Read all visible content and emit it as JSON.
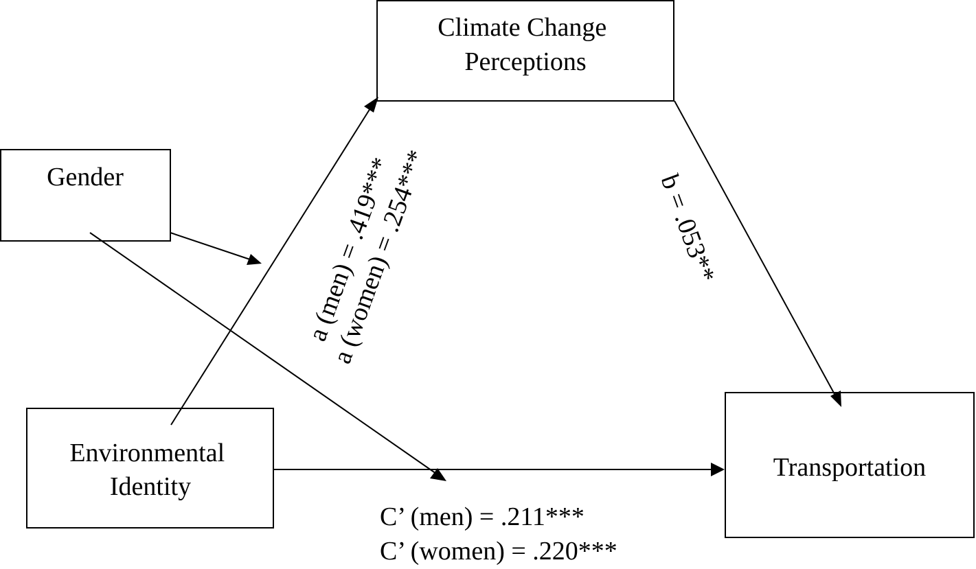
{
  "nodes": {
    "climate": {
      "lines": [
        "Climate Change",
        "Perceptions"
      ]
    },
    "gender": {
      "lines": [
        "Gender"
      ]
    },
    "environmental": {
      "lines": [
        "Environmental",
        "Identity"
      ]
    },
    "transportation": {
      "lines": [
        "Transportation"
      ]
    }
  },
  "paths": {
    "a": {
      "lines": [
        "a (men) = .419***",
        "a (women) = .254***"
      ]
    },
    "b": {
      "lines": [
        "b = .053**"
      ]
    },
    "c_prime": {
      "lines": [
        "C’ (men) = .211***",
        "C’ (women) = .220***"
      ]
    }
  },
  "colors": {
    "stroke": "#000000",
    "background": "#ffffff"
  }
}
